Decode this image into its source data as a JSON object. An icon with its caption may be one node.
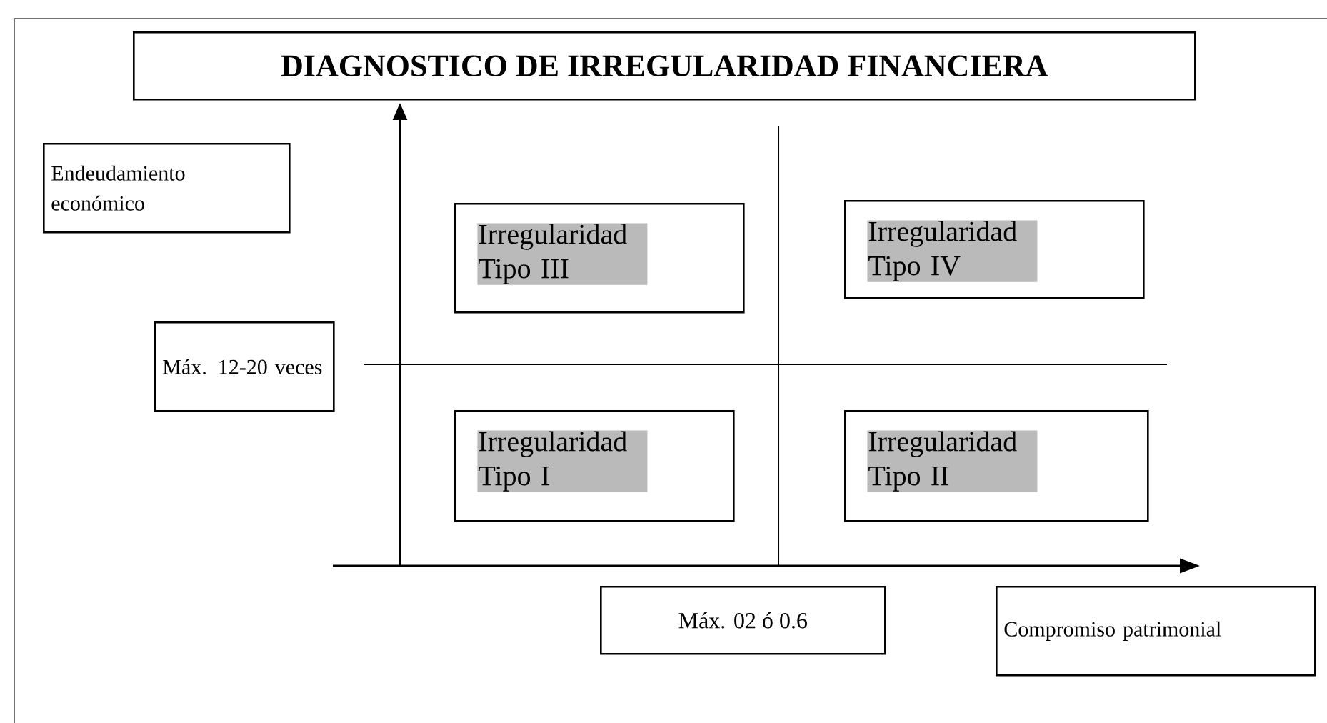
{
  "diagram": {
    "title": "DIAGNOSTICO DE IRREGULARIDAD FINANCIERA",
    "nodes": [
      {
        "text": [
          "Endeudamiento económico"
        ]
      },
      {
        "text": [
          "Máx. 12-20 veces"
        ]
      },
      {
        "text": [
          "Irregularidad Tipo III"
        ]
      },
      {
        "text": [
          "Irregularidad Tipo IV"
        ]
      },
      {
        "text": [
          "Irregularidad Tipo I"
        ]
      },
      {
        "text": [
          "Irregularidad Tipo II"
        ]
      },
      {
        "text": [
          "Máx. 02 ó 0.6"
        ]
      },
      {
        "text": [
          "Compromiso patrimonial"
        ]
      }
    ]
  }
}
